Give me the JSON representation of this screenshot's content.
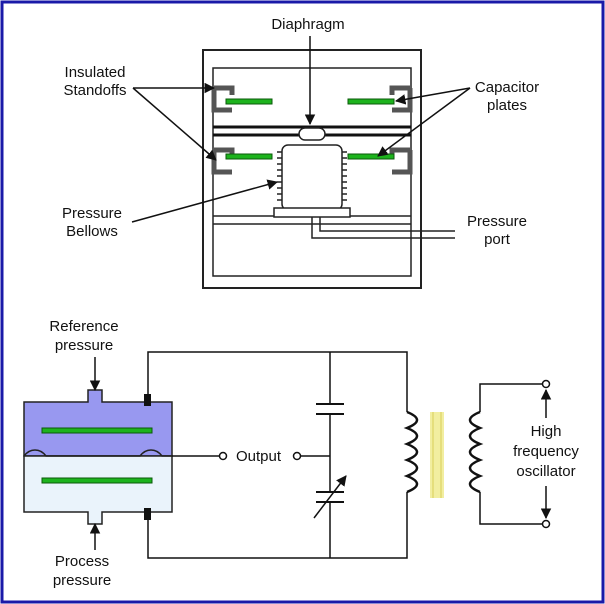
{
  "labels": {
    "diaphragm": "Diaphragm",
    "insulated_1": "Insulated",
    "insulated_2": "Standoffs",
    "capacitor_1": "Capacitor",
    "capacitor_2": "plates",
    "bellows_1": "Pressure",
    "bellows_2": "Bellows",
    "port_1": "Pressure",
    "port_2": "port",
    "reference_1": "Reference",
    "reference_2": "pressure",
    "process_1": "Process",
    "process_2": "pressure",
    "output": "Output",
    "oscillator_1": "High",
    "oscillator_2": "frequency",
    "oscillator_3": "oscillator"
  },
  "colors": {
    "border": "#1a1aa8",
    "plate": "#1db31d",
    "reference_chamber": "#9898f0",
    "process_chamber": "#eaf3fb",
    "transformer_core": "#f2eea0",
    "line": "#111111"
  }
}
